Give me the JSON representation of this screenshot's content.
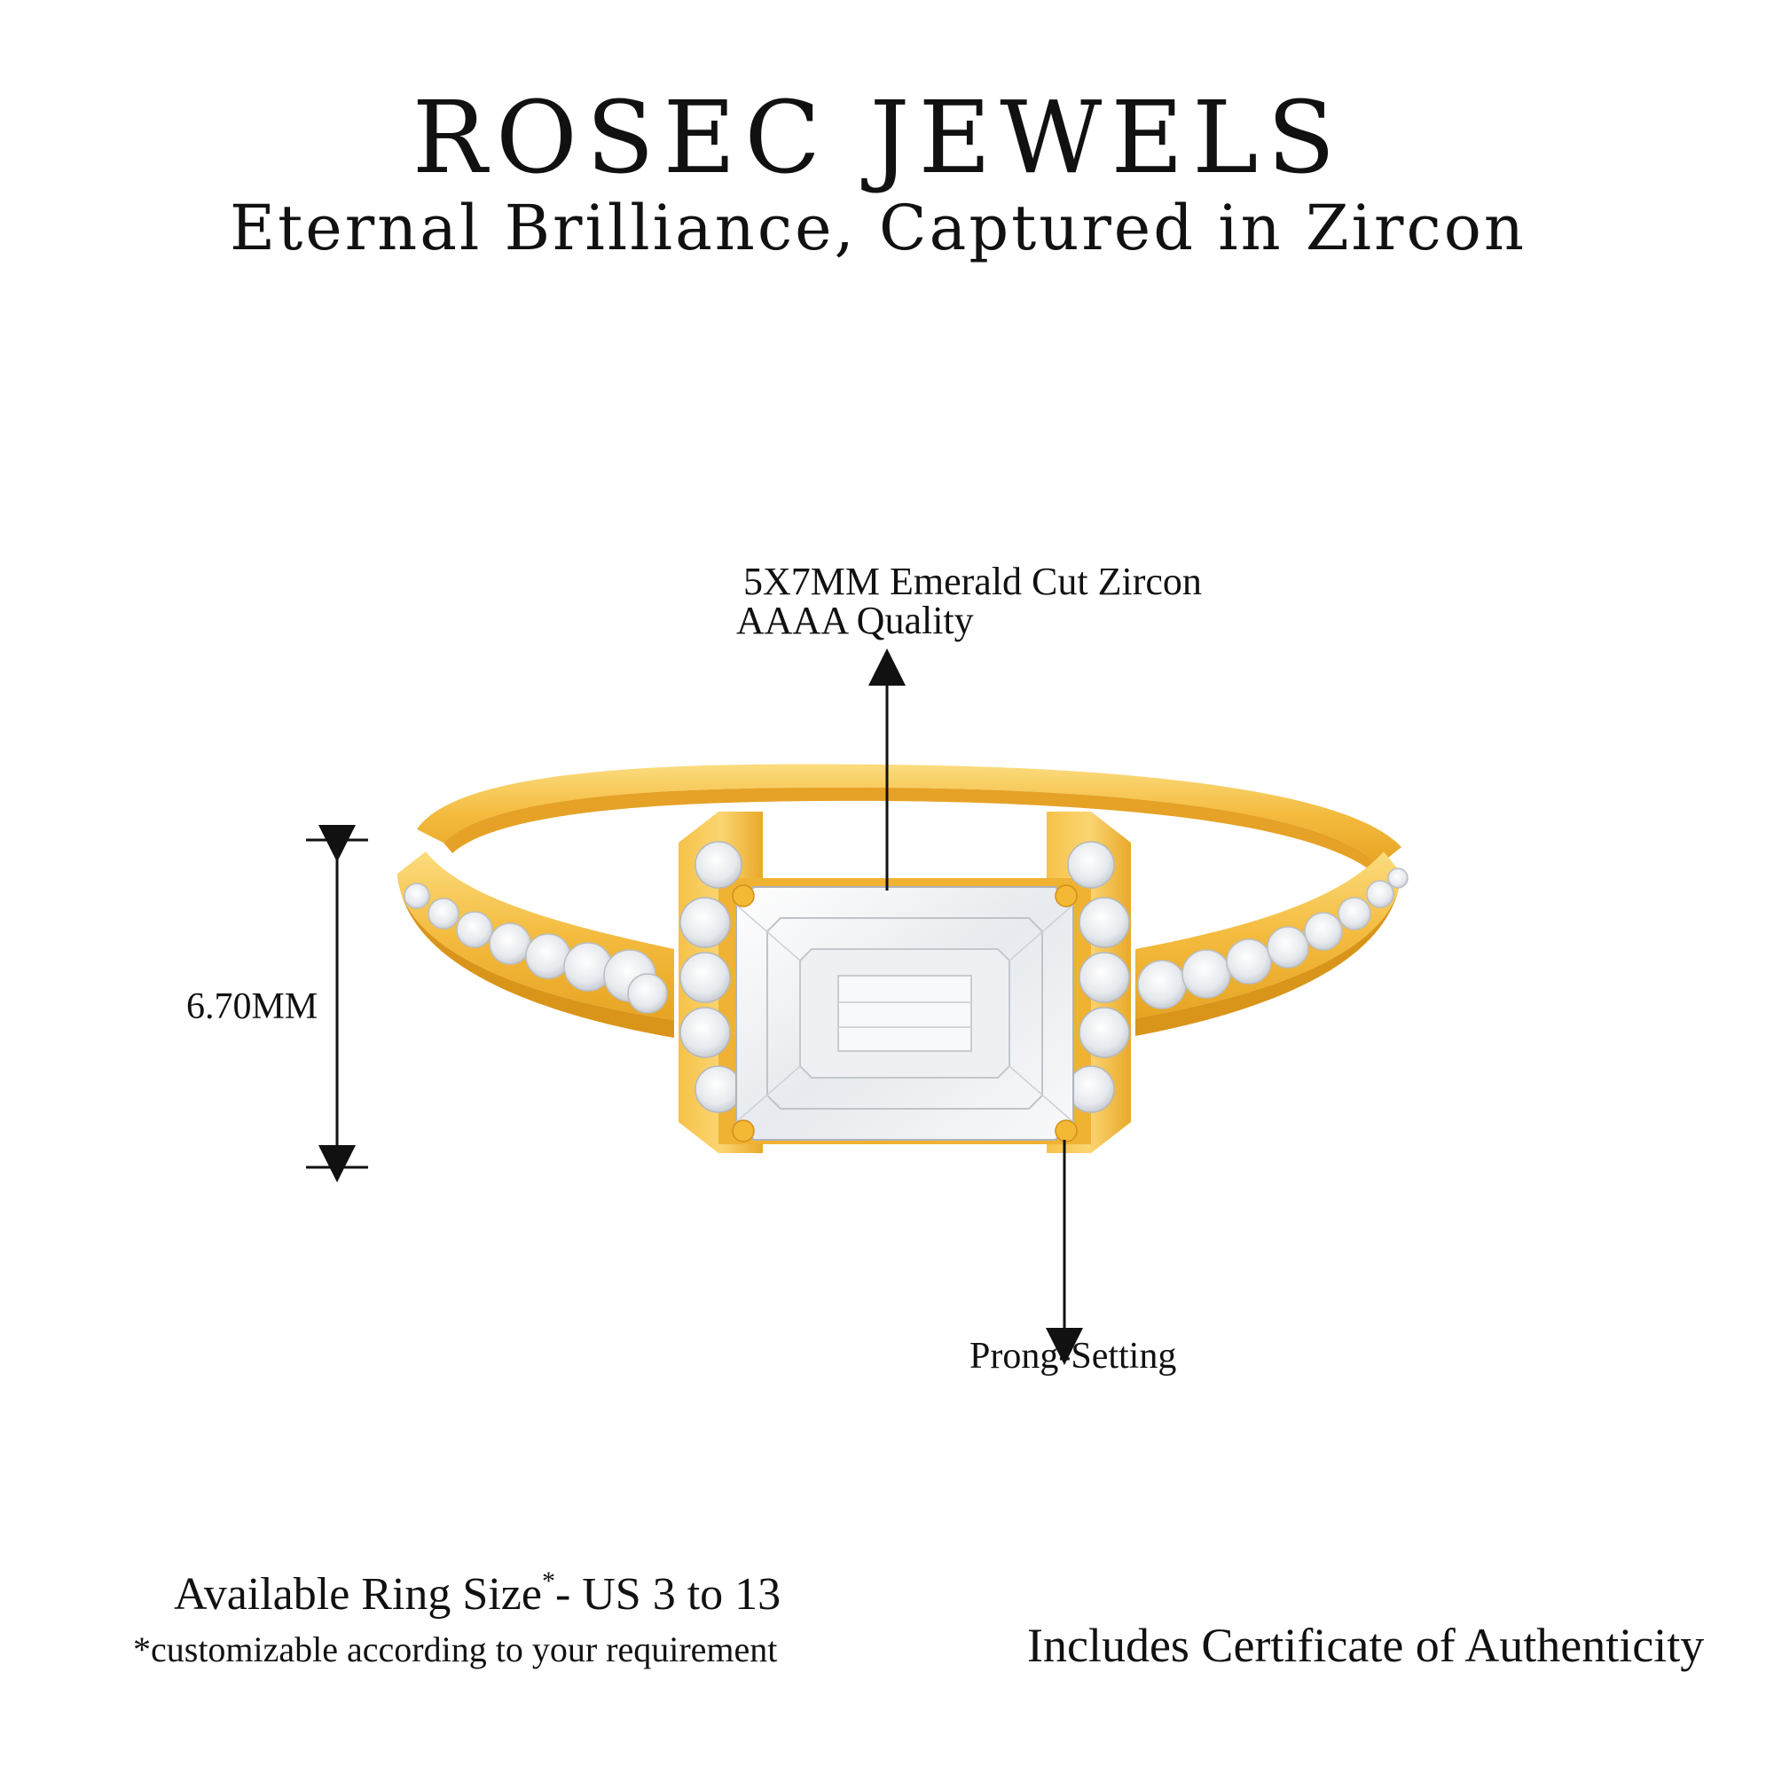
{
  "header": {
    "brand": "ROSEC JEWELS",
    "tagline": "Eternal Brilliance, Captured in Zircon"
  },
  "annotations": {
    "gem_line1": "5X7MM Emerald Cut Zircon",
    "gem_line2": "AAAA Quality",
    "height": "6.70MM",
    "setting": "Prong-Setting"
  },
  "footer": {
    "ring_size_label": "Available Ring Size",
    "ring_size_mark": "*",
    "ring_size_value": "- US 3 to 13",
    "customizable_note": "*customizable according to your requirement",
    "certificate": "Includes Certificate of Authenticity"
  },
  "colors": {
    "gold_light": "#fad36a",
    "gold_mid": "#f2b434",
    "gold_dark": "#d9951a",
    "diamond": "#f1f3f6",
    "text": "#111111"
  }
}
